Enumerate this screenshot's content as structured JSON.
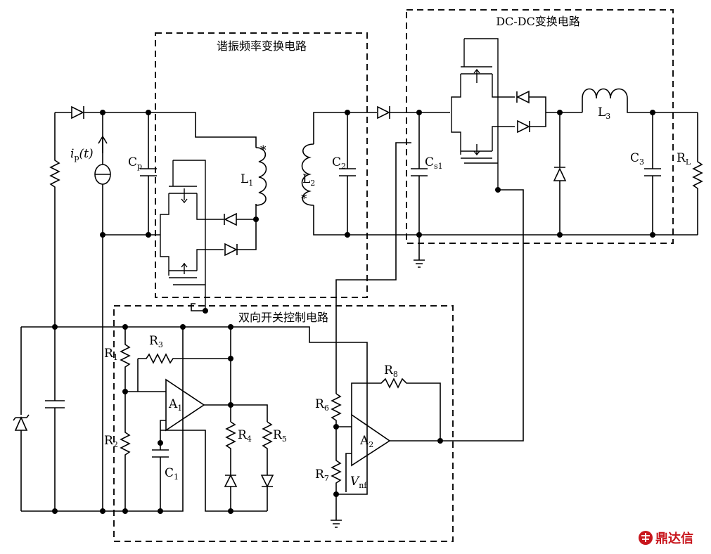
{
  "blocks": {
    "resonant": "谐振频率变换电路",
    "dcdc": "DC-DC变换电路",
    "switch_ctrl": "双向开关控制电路"
  },
  "labels": {
    "ip_i": "i",
    "ip_sub": "p",
    "ip_t": "(t)",
    "cp": "C",
    "cp_sub": "p",
    "l1": "L",
    "l1_sub": "1",
    "l2": "L",
    "l2_sub": "2",
    "c2": "C",
    "c2_sub": "2",
    "cs1": "C",
    "cs1_sub": "s1",
    "l3": "L",
    "l3_sub": "3",
    "c3": "C",
    "c3_sub": "3",
    "rl": "R",
    "rl_sub": "L",
    "r1": "R",
    "r1_sub": "1",
    "r2": "R",
    "r2_sub": "2",
    "r3": "R",
    "r3_sub": "3",
    "r4": "R",
    "r4_sub": "4",
    "r5": "R",
    "r5_sub": "5",
    "r6": "R",
    "r6_sub": "6",
    "r7": "R",
    "r7_sub": "7",
    "r8": "R",
    "r8_sub": "8",
    "a1": "A",
    "a1_sub": "1",
    "a2": "A",
    "a2_sub": "2",
    "c1": "C",
    "c1_sub": "1",
    "vnf": "V",
    "vnf_sub": "nf",
    "star": "*"
  },
  "logo": {
    "text": "鼎达信",
    "color": "#c8161d"
  }
}
